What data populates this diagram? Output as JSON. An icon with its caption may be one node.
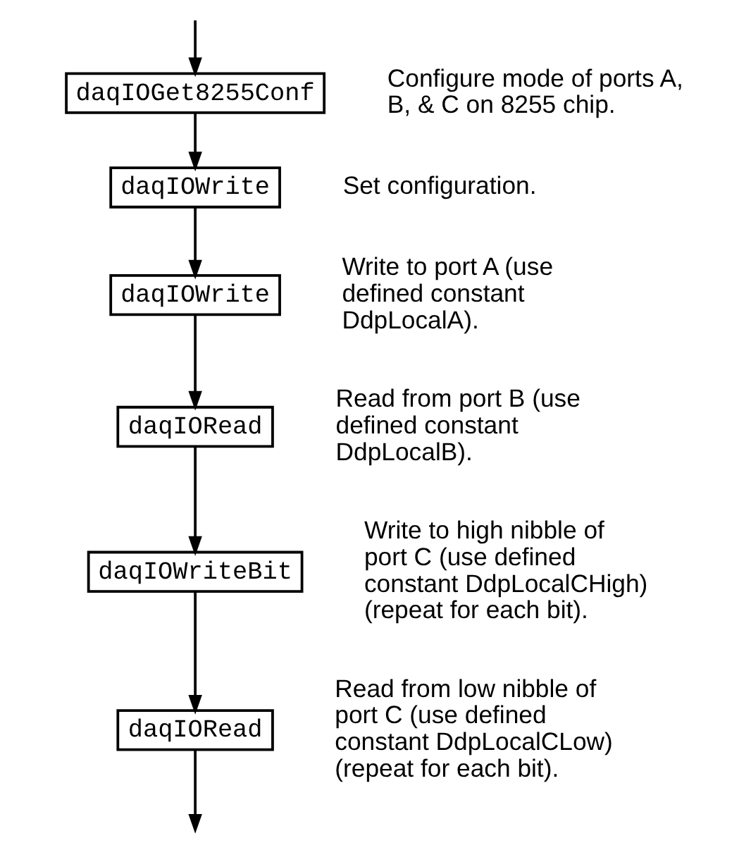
{
  "diagram": {
    "nodes": [
      {
        "text": [
          "daqIOGet8255Conf"
        ],
        "beside": [
          "Configure mode of ports A, B, & C on 8255 chip."
        ]
      },
      {
        "text": [
          "daqIOWrite"
        ],
        "beside": [
          "Set configuration."
        ]
      },
      {
        "text": [
          "daqIOWrite"
        ],
        "beside": [
          "Write to port A (use defined constant DdpLocalA)."
        ]
      },
      {
        "text": [
          "daqIORead"
        ],
        "beside": [
          "Read from port B (use defined constant DdpLocalB)."
        ]
      },
      {
        "text": [
          "daqIOWriteBit"
        ],
        "beside": [
          "Write to high nibble of port C (use defined constant DdpLocalCHigh) (repeat for each bit)."
        ]
      },
      {
        "text": [
          "daqIORead"
        ],
        "beside": [
          "Read from low nibble of port C (use defined constant DdpLocalCLow) (repeat for each bit)."
        ]
      }
    ],
    "edges": [
      {
        "from": null,
        "to": 0,
        "arrow": "to"
      },
      {
        "from": 0,
        "to": 1,
        "arrow": "to"
      },
      {
        "from": 1,
        "to": 2,
        "arrow": "to"
      },
      {
        "from": 2,
        "to": 3,
        "arrow": "to"
      },
      {
        "from": 3,
        "to": 4,
        "arrow": "to"
      },
      {
        "from": 4,
        "to": 5,
        "arrow": "to"
      },
      {
        "from": 5,
        "to": null,
        "arrow": "to"
      }
    ]
  }
}
